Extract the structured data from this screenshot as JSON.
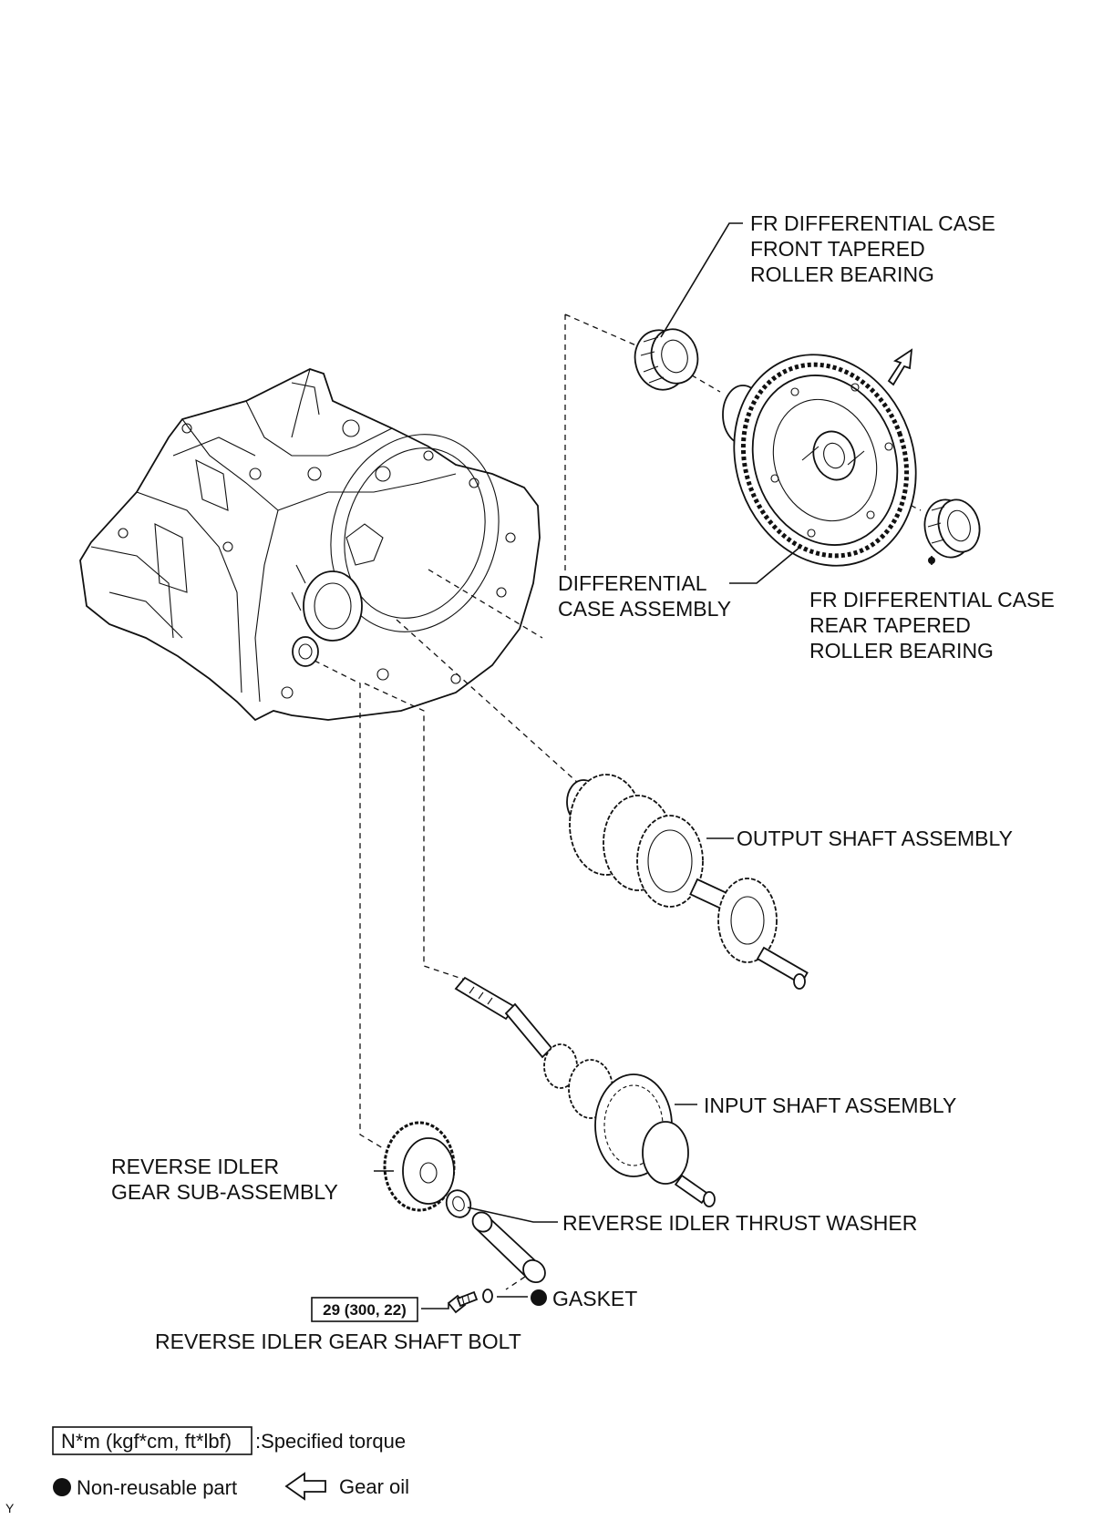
{
  "labels": {
    "front_bearing": [
      "FR DIFFERENTIAL CASE",
      "FRONT TAPERED",
      "ROLLER BEARING"
    ],
    "diff_case": [
      "DIFFERENTIAL",
      "CASE ASSEMBLY"
    ],
    "rear_bearing": [
      "FR DIFFERENTIAL CASE",
      "REAR TAPERED",
      "ROLLER BEARING"
    ],
    "output_shaft": "OUTPUT SHAFT ASSEMBLY",
    "input_shaft": "INPUT SHAFT ASSEMBLY",
    "idler_gear": [
      "REVERSE IDLER",
      "GEAR SUB-ASSEMBLY"
    ],
    "thrust_washer": "REVERSE IDLER THRUST WASHER",
    "gasket": "GASKET",
    "shaft_bolt": "REVERSE IDLER GEAR SHAFT BOLT",
    "bolt_torque": "29 (300, 22)"
  },
  "legend": {
    "torque_box": "N*m (kgf*cm, ft*lbf)",
    "torque_desc": ":Specified torque",
    "nonreusable": "Non-reusable part",
    "gear_oil": "Gear oil"
  },
  "corner_mark": "Y"
}
